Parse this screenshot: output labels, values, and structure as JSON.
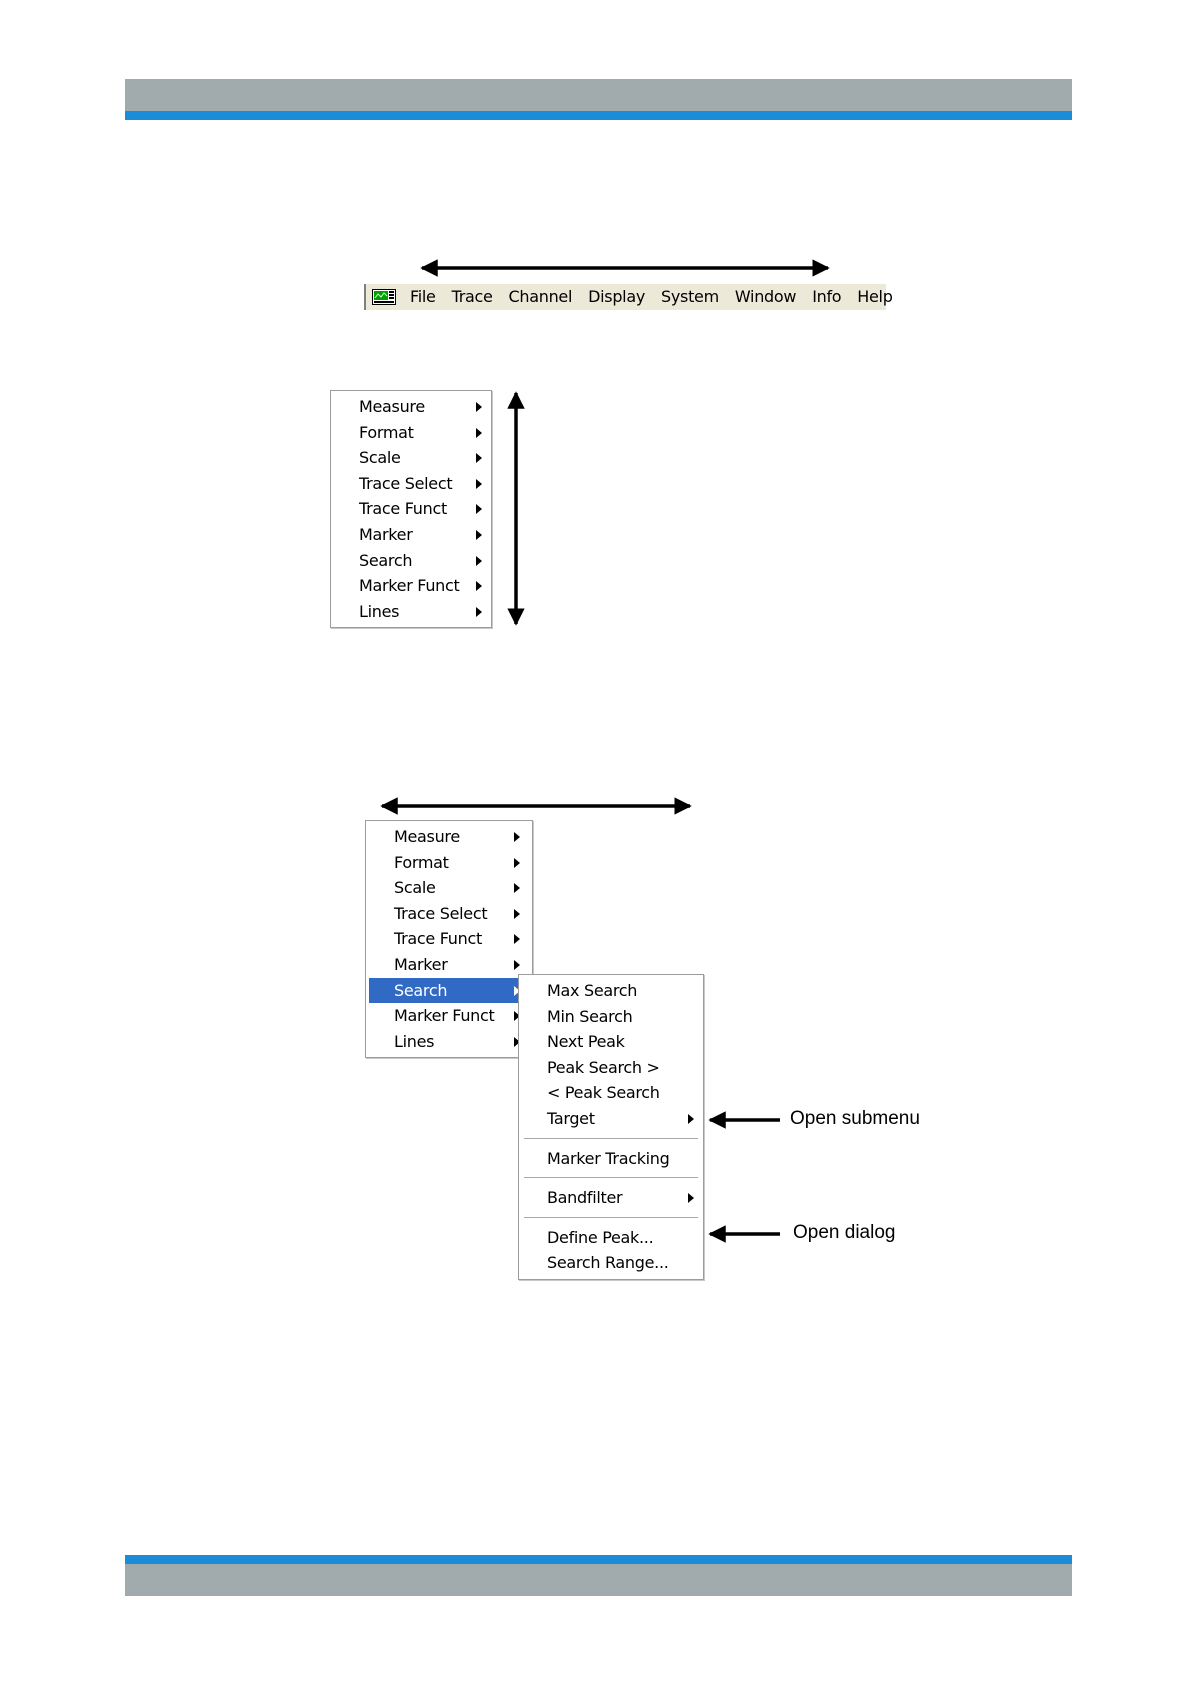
{
  "menubar": {
    "items": [
      "File",
      "Trace",
      "Channel",
      "Display",
      "System",
      "Window",
      "Info",
      "Help"
    ]
  },
  "menu1": {
    "items": [
      {
        "label": "Measure",
        "submenu": true
      },
      {
        "label": "Format",
        "submenu": true
      },
      {
        "label": "Scale",
        "submenu": true
      },
      {
        "label": "Trace Select",
        "submenu": true
      },
      {
        "label": "Trace Funct",
        "submenu": true
      },
      {
        "label": "Marker",
        "submenu": true
      },
      {
        "label": "Search",
        "submenu": true
      },
      {
        "label": "Marker Funct",
        "submenu": true
      },
      {
        "label": "Lines",
        "submenu": true
      }
    ]
  },
  "menu2": {
    "items": [
      {
        "label": "Measure",
        "submenu": true
      },
      {
        "label": "Format",
        "submenu": true
      },
      {
        "label": "Scale",
        "submenu": true
      },
      {
        "label": "Trace Select",
        "submenu": true
      },
      {
        "label": "Trace Funct",
        "submenu": true
      },
      {
        "label": "Marker",
        "submenu": true
      },
      {
        "label": "Search",
        "submenu": true,
        "selected": true
      },
      {
        "label": "Marker Funct",
        "submenu": true
      },
      {
        "label": "Lines",
        "submenu": true
      }
    ]
  },
  "search_submenu": {
    "groups": [
      [
        {
          "label": "Max Search"
        },
        {
          "label": "Min Search"
        },
        {
          "label": "Next Peak"
        },
        {
          "label": "Peak Search >"
        },
        {
          "label": "< Peak Search"
        },
        {
          "label": "Target",
          "submenu": true
        }
      ],
      [
        {
          "label": "Marker Tracking"
        }
      ],
      [
        {
          "label": "Bandfilter",
          "submenu": true
        }
      ],
      [
        {
          "label": "Define Peak..."
        },
        {
          "label": "Search Range..."
        }
      ]
    ]
  },
  "annotations": {
    "open_submenu": "Open submenu",
    "open_dialog": "Open dialog"
  },
  "colors": {
    "band_gray": "#a1aaad",
    "band_blue": "#1a8cd8",
    "menubar_bg": "#ece9d8",
    "selection": "#316ac5"
  }
}
